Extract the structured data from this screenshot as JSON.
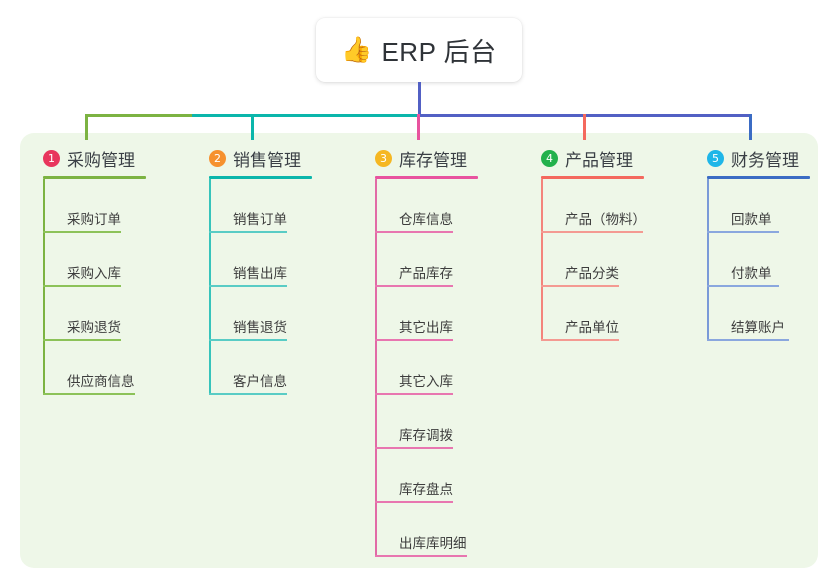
{
  "diagram": {
    "type": "mindmap-tree",
    "root": {
      "emoji": "👍",
      "emoji_name": "thumbs-up-emoji",
      "title": "ERP 后台"
    },
    "panel_color": "#eef7e8",
    "bus_segments": [
      {
        "name": "bus-segment-green",
        "color": "#7cb342"
      },
      {
        "name": "bus-segment-teal",
        "color": "#0bb6ab"
      },
      {
        "name": "bus-segment-indigo",
        "color": "#5260c4"
      }
    ],
    "root_stem_color": "#5260c4",
    "branches": [
      {
        "index": "1",
        "label": "采购管理",
        "badge_color": "#e8365d",
        "line_color": "#7cb342",
        "drop_color": "#7cb342",
        "items": [
          "采购订单",
          "采购入库",
          "采购退货",
          "供应商信息"
        ]
      },
      {
        "index": "2",
        "label": "销售管理",
        "badge_color": "#f6912e",
        "line_color": "#0bb6ab",
        "drop_color": "#0bb6ab",
        "items": [
          "销售订单",
          "销售出库",
          "销售退货",
          "客户信息"
        ]
      },
      {
        "index": "3",
        "label": "库存管理",
        "badge_color": "#f5b722",
        "line_color": "#e8539f",
        "drop_color": "#e8539f",
        "items": [
          "仓库信息",
          "产品库存",
          "其它出库",
          "其它入库",
          "库存调拨",
          "库存盘点",
          "出库库明细"
        ]
      },
      {
        "index": "4",
        "label": "产品管理",
        "badge_color": "#22b14c",
        "line_color": "#f4695e",
        "drop_color": "#f4695e",
        "items": [
          "产品（物料）",
          "产品分类",
          "产品单位"
        ]
      },
      {
        "index": "5",
        "label": "财务管理",
        "badge_color": "#1fb6e8",
        "line_color": "#3b6cc4",
        "drop_color": "#3b6cc4",
        "items": [
          "回款单",
          "付款单",
          "结算账户"
        ]
      }
    ]
  }
}
